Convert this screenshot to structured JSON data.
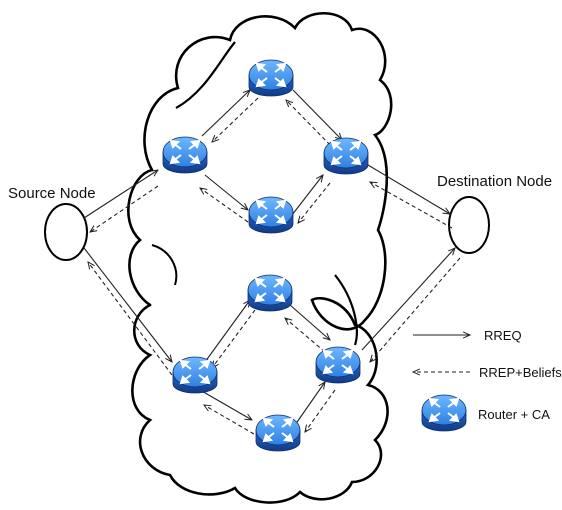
{
  "labels": {
    "source": "Source Node",
    "destination": "Destination Node"
  },
  "legend": {
    "rreq": "RREQ",
    "rrep": "RREP+Beliefs",
    "router": "Router + CA"
  },
  "colors": {
    "router_top": "#4da3ff",
    "router_side": "#1c4fb0",
    "router_edge": "#0d2f6e",
    "line": "#222222",
    "cloud": "#000000"
  },
  "icons": {
    "router": "router-icon",
    "node": "node-circle"
  }
}
